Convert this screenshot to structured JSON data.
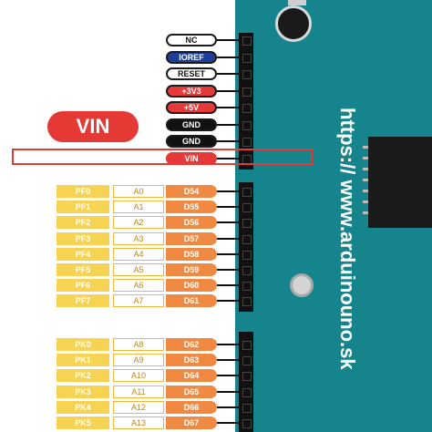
{
  "power_header": {
    "pins": [
      {
        "label": "NC",
        "style": "white"
      },
      {
        "label": "IOREF",
        "style": "blue"
      },
      {
        "label": "RESET",
        "style": "white"
      },
      {
        "label": "+3V3",
        "style": "red"
      },
      {
        "label": "+5V",
        "style": "red"
      },
      {
        "label": "GND",
        "style": "black"
      },
      {
        "label": "GND",
        "style": "black"
      },
      {
        "label": "VIN",
        "style": "red"
      }
    ]
  },
  "highlight": {
    "label": "VIN",
    "color": "#e53935"
  },
  "analog_header_1": {
    "rows": [
      {
        "port": "PF0",
        "analog": "A0",
        "digital": "D54"
      },
      {
        "port": "PF1",
        "analog": "A1",
        "digital": "D55"
      },
      {
        "port": "PF2",
        "analog": "A2",
        "digital": "D56"
      },
      {
        "port": "PF3",
        "analog": "A3",
        "digital": "D57"
      },
      {
        "port": "PF4",
        "analog": "A4",
        "digital": "D58"
      },
      {
        "port": "PF5",
        "analog": "A5",
        "digital": "D59"
      },
      {
        "port": "PF6",
        "analog": "A6",
        "digital": "D60"
      },
      {
        "port": "PF7",
        "analog": "A7",
        "digital": "D61"
      }
    ]
  },
  "analog_header_2": {
    "rows": [
      {
        "port": "PK0",
        "analog": "A8",
        "digital": "D62"
      },
      {
        "port": "PK1",
        "analog": "A9",
        "digital": "D63"
      },
      {
        "port": "PK2",
        "analog": "A10",
        "digital": "D64"
      },
      {
        "port": "PK3",
        "analog": "A11",
        "digital": "D65"
      },
      {
        "port": "PK4",
        "analog": "A12",
        "digital": "D66"
      },
      {
        "port": "PK5",
        "analog": "A13",
        "digital": "D67"
      }
    ]
  },
  "board": {
    "url": "https:// www.arduinouno.sk",
    "color": "#15848c"
  },
  "colors": {
    "port": "#f7d354",
    "analog_border": "#f3b73f",
    "digital": "#f08a42"
  }
}
